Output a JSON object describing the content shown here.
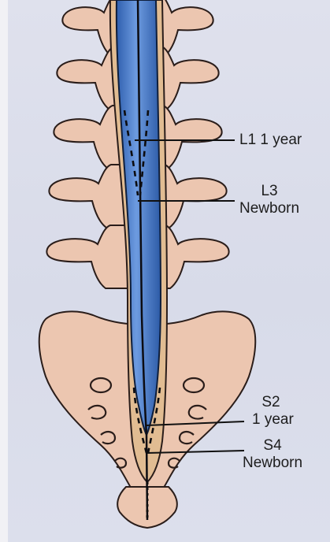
{
  "labels": {
    "l1": {
      "text": "L1 1 year"
    },
    "l3": {
      "line1": "L3",
      "line2": "Newborn"
    },
    "s2": {
      "line1": "S2",
      "line2": "1 year"
    },
    "s4": {
      "line1": "S4",
      "line2": "Newborn"
    }
  },
  "colors": {
    "bone": "#ecc6b0",
    "bone_outline": "#2a1d1a",
    "dural_sac": "#e1bc92",
    "spinal_cord": "#3f75c6",
    "cord_highlight": "#8fb3ea",
    "background": "#dcdfeb"
  }
}
